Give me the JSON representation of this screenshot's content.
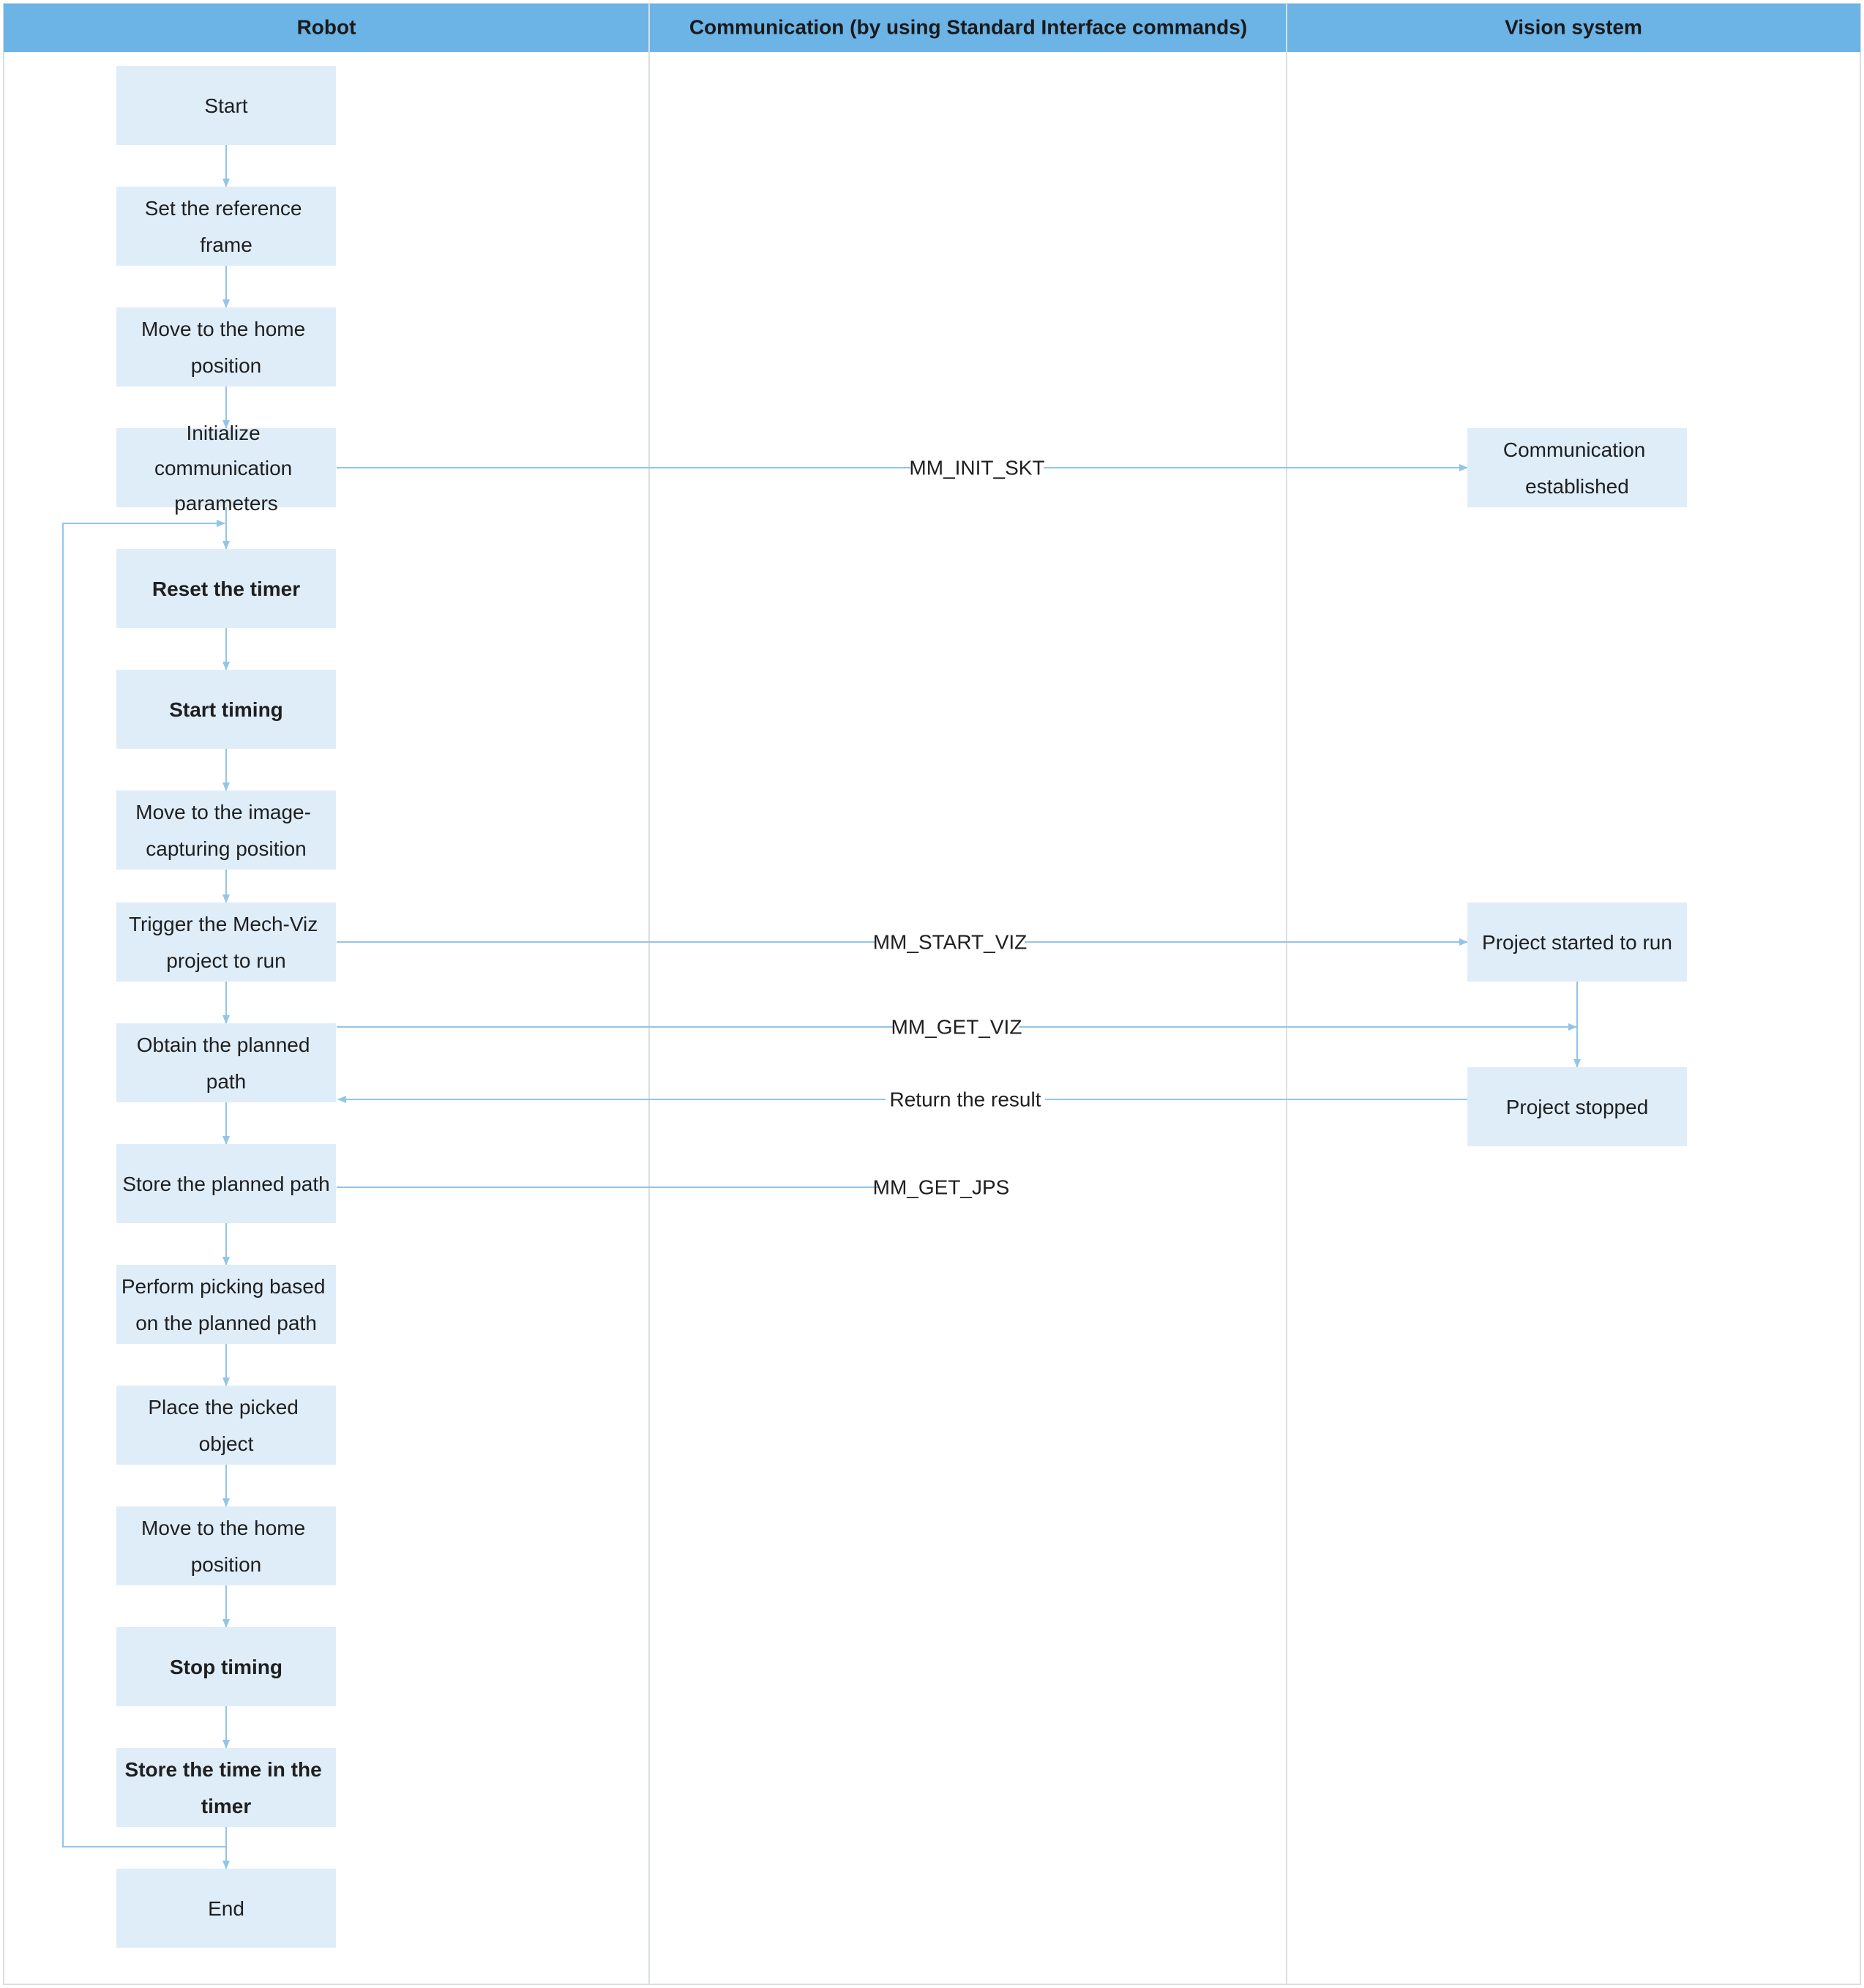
{
  "colors": {
    "header_bg": "#6cb3e6",
    "box_fill": "#dfedf9",
    "connector": "#93c5e6",
    "lane_divider": "#d9dee3",
    "text": "#1f1f1f"
  },
  "lanes": [
    {
      "id": "robot",
      "title": "Robot"
    },
    {
      "id": "comm",
      "title": "Communication (by using Standard Interface commands)"
    },
    {
      "id": "vision",
      "title": "Vision system"
    }
  ],
  "robot_steps": [
    {
      "id": "start",
      "lines": [
        "Start"
      ],
      "bold": false
    },
    {
      "id": "set-ref",
      "lines": [
        "Set the reference",
        "frame"
      ],
      "bold": false
    },
    {
      "id": "home1",
      "lines": [
        "Move to the home",
        "position"
      ],
      "bold": false
    },
    {
      "id": "init",
      "lines": [
        "Initialize",
        "communication",
        "parameters"
      ],
      "bold": false
    },
    {
      "id": "reset-timer",
      "lines": [
        "Reset the timer"
      ],
      "bold": true
    },
    {
      "id": "start-timing",
      "lines": [
        "Start timing"
      ],
      "bold": true
    },
    {
      "id": "move-capture",
      "lines": [
        "Move to the image-",
        "capturing position"
      ],
      "bold": false
    },
    {
      "id": "trigger",
      "lines": [
        "Trigger the Mech-Viz",
        "project to run"
      ],
      "bold": false
    },
    {
      "id": "obtain",
      "lines": [
        "Obtain the planned",
        "path"
      ],
      "bold": false
    },
    {
      "id": "store-path",
      "lines": [
        "Store the planned path"
      ],
      "bold": false
    },
    {
      "id": "pick",
      "lines": [
        "Perform picking based",
        "on the planned path"
      ],
      "bold": false
    },
    {
      "id": "place",
      "lines": [
        "Place the picked",
        "object"
      ],
      "bold": false
    },
    {
      "id": "home2",
      "lines": [
        "Move to the home",
        "position"
      ],
      "bold": false
    },
    {
      "id": "stop-timing",
      "lines": [
        "Stop timing"
      ],
      "bold": true
    },
    {
      "id": "store-time",
      "lines": [
        "Store the time in the",
        "timer"
      ],
      "bold": true
    },
    {
      "id": "end",
      "lines": [
        "End"
      ],
      "bold": false
    }
  ],
  "vision_steps": [
    {
      "id": "comm-established",
      "lines": [
        "Communication",
        "established"
      ]
    },
    {
      "id": "project-started",
      "lines": [
        "Project started to run"
      ]
    },
    {
      "id": "project-stopped",
      "lines": [
        "Project stopped"
      ]
    }
  ],
  "messages": [
    {
      "id": "mm-init-skt",
      "label": "MM_INIT_SKT",
      "from": "init",
      "to": "comm-established"
    },
    {
      "id": "mm-start-viz",
      "label": "MM_START_VIZ",
      "from": "trigger",
      "to": "project-started"
    },
    {
      "id": "mm-get-viz",
      "label": "MM_GET_VIZ",
      "from": "obtain",
      "to": "project-stopped"
    },
    {
      "id": "return-result",
      "label": "Return the result",
      "from": "project-stopped",
      "to": "obtain"
    },
    {
      "id": "mm-get-jps",
      "label": "MM_GET_JPS",
      "from": "store-path",
      "to": ""
    }
  ]
}
